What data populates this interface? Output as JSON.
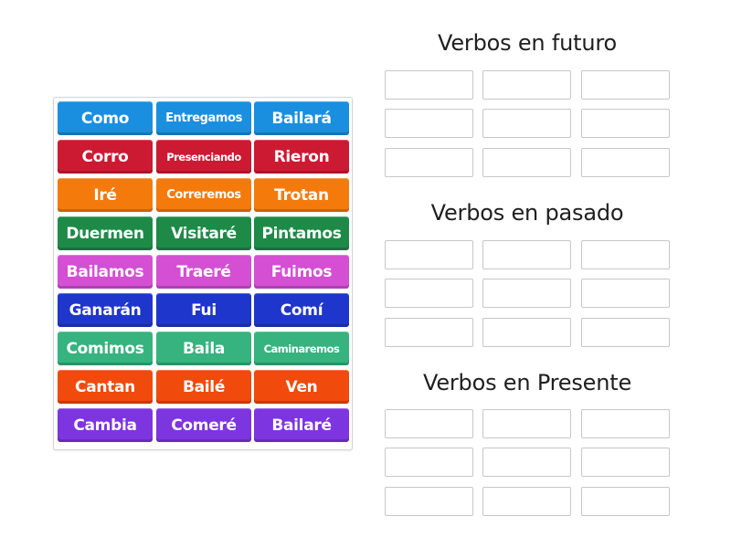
{
  "tiles": {
    "rows": [
      {
        "color": "#1a8fe0",
        "items": [
          "Como",
          "Entregamos",
          "Bailará"
        ]
      },
      {
        "color": "#cc1a33",
        "items": [
          "Corro",
          "Presenciando",
          "Rieron"
        ]
      },
      {
        "color": "#f57a0c",
        "items": [
          "Iré",
          "Correremos",
          "Trotan"
        ]
      },
      {
        "color": "#1e8a48",
        "items": [
          "Duermen",
          "Visitaré",
          "Pintamos"
        ]
      },
      {
        "color": "#d44fd4",
        "items": [
          "Bailamos",
          "Traeré",
          "Fuimos"
        ]
      },
      {
        "color": "#1f36cc",
        "items": [
          "Ganarán",
          "Fui",
          "Comí"
        ]
      },
      {
        "color": "#36b37e",
        "items": [
          "Comimos",
          "Baila",
          "Caminaremos"
        ]
      },
      {
        "color": "#f04a0c",
        "items": [
          "Cantan",
          "Bailé",
          "Ven"
        ]
      },
      {
        "color": "#7d35e0",
        "items": [
          "Cambia",
          "Comeré",
          "Bailaré"
        ]
      }
    ]
  },
  "groups": [
    {
      "title": "Verbos en futuro",
      "slots": 9
    },
    {
      "title": "Verbos en pasado",
      "slots": 9
    },
    {
      "title": "Verbos en Presente",
      "slots": 9
    }
  ]
}
